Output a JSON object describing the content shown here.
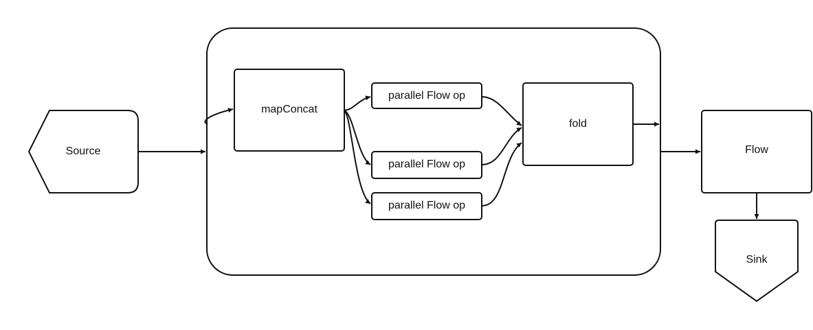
{
  "colors": {
    "stroke": "#111111",
    "fill": "#ffffff",
    "background": "#ffffff"
  },
  "nodes": {
    "source": "Source",
    "mapconcat": "mapConcat",
    "parallel_1": "parallel  Flow op",
    "parallel_2": "parallel  Flow op",
    "parallel_3": "parallel Flow op",
    "fold": "fold",
    "flow": "Flow",
    "sink": "Sink"
  }
}
